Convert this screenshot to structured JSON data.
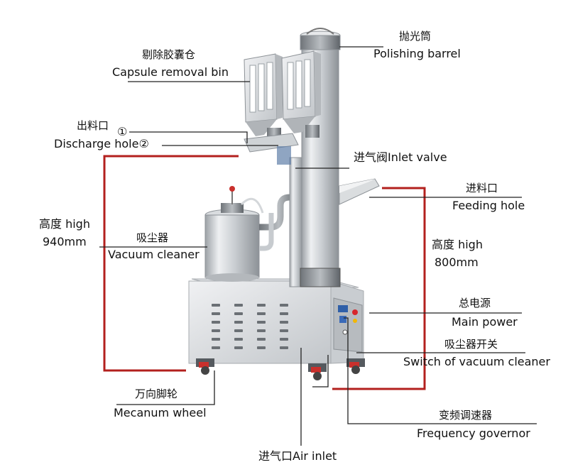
{
  "labels": {
    "capsule_bin_zh": "剔除胶囊仓",
    "capsule_bin_en": "Capsule removal bin",
    "discharge_zh": "出料口",
    "discharge_en": "Discharge hole",
    "discharge_num1": "①",
    "discharge_num2": "②",
    "polishing_zh": "抛光筒",
    "polishing_en": "Polishing barrel",
    "inlet_valve": "进气阀Inlet valve",
    "feeding_zh": "进料口",
    "feeding_en": "Feeding hole",
    "left_height_zh": "高度 high",
    "left_height_val": "940mm",
    "vacuum_zh": "吸尘器",
    "vacuum_en": "Vacuum cleaner",
    "right_height_zh": "高度 high",
    "right_height_val": "800mm",
    "power_zh": "总电源",
    "power_en": "Main power",
    "switch_zh": "吸尘器开关",
    "switch_en": "Switch of vacuum cleaner",
    "wheel_zh": "万向脚轮",
    "wheel_en": "Mecanum wheel",
    "governor_zh": "变频调速器",
    "governor_en": "Frequency governor",
    "air_inlet": "进气口Air inlet"
  },
  "colors": {
    "dimension_line": "#b3201e",
    "leader_line": "#222222",
    "steel_light": "#e9ebed",
    "steel_mid": "#c4c8cc",
    "steel_dark": "#8d9297"
  }
}
